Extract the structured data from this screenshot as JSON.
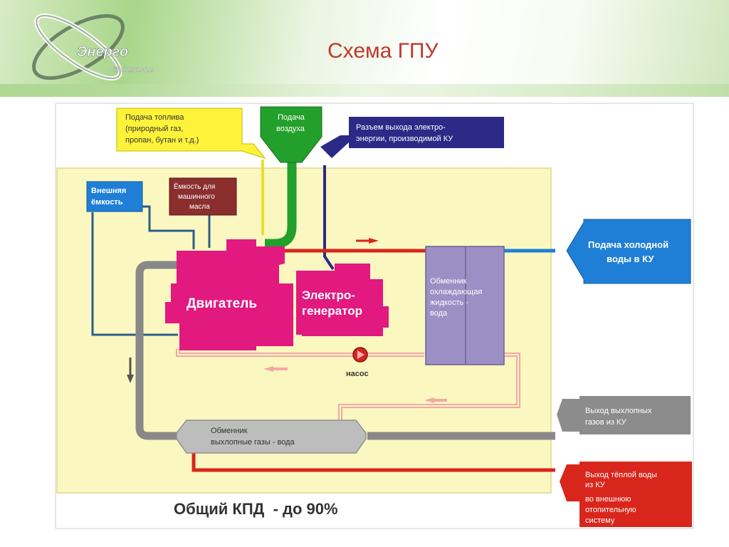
{
  "slide": {
    "title": "Схема ГПУ",
    "logo": {
      "line1": "Энерго",
      "line2": "сбережение",
      "icon": "energy-orbit-logo"
    }
  },
  "diagram": {
    "fuel_supply": [
      "Подача топлива",
      "(природный газ,",
      "пропан, бутан и т.д.)"
    ],
    "air_supply": [
      "Подача",
      "воздуха"
    ],
    "power_output": [
      "Разъем выхода электро-",
      "энергии, производимой КУ"
    ],
    "external_tank": [
      "Внешняя",
      "ёмкость"
    ],
    "oil_tank": [
      "Ёмкость для",
      "машинного",
      "масла"
    ],
    "engine": "Двигатель",
    "generator": [
      "Электро-",
      "генератор"
    ],
    "coolant_exchanger": [
      "Обменник",
      "охлаждающая",
      "жидкость -",
      "вода"
    ],
    "cold_water_in": [
      "Подача холодной",
      "воды в КУ"
    ],
    "pump": "насос",
    "exhaust_exchanger": [
      "Обменник",
      "выхлопные газы - вода"
    ],
    "exhaust_out": [
      "Выход выхлопных",
      "газов из КУ"
    ],
    "warm_water_out": [
      "Выход тёплой воды",
      "из КУ",
      "во внешнюю",
      "отопительную",
      "систему"
    ],
    "efficiency": "Общий КПД  - до 90%"
  },
  "colors": {
    "title": "#c0392b",
    "panel": "#fbf7c0",
    "engine": "#e2197f",
    "exchanger": "#9b8fc4",
    "fuel_box": "#fff33a",
    "air_box": "#23a02b",
    "power_box": "#2b2a86",
    "cold_water_box": "#1f7fd6",
    "exhaust_box": "#8c8c8c",
    "warm_water_box": "#d8261c"
  }
}
